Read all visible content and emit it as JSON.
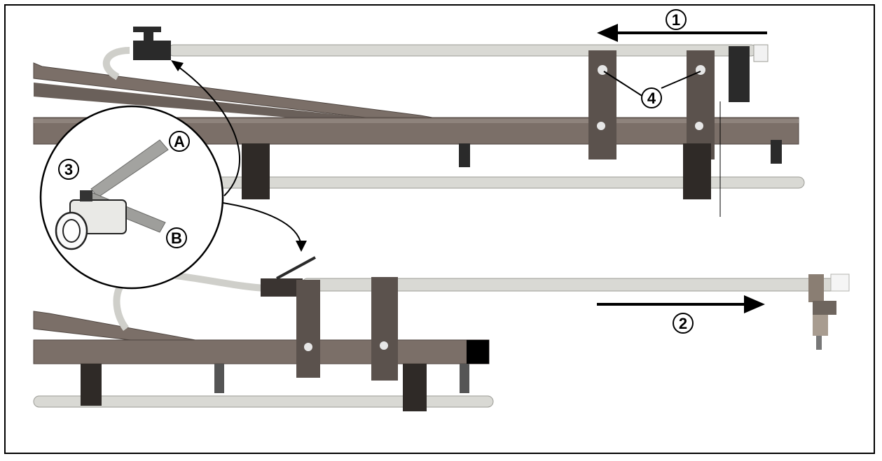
{
  "figure": {
    "callouts": {
      "c1": "1",
      "c2": "2",
      "c3": "3",
      "c4": "4",
      "cA": "A",
      "cB": "B"
    }
  },
  "colors": {
    "frame_steel": "#7b6f68",
    "frame_dark": "#4f4641",
    "pipe": "#d9d9d4",
    "pipe_shadow": "#9c9c96",
    "bracket": "#5b524d",
    "valve": "#2a2a2a",
    "arrow": "#000000"
  }
}
